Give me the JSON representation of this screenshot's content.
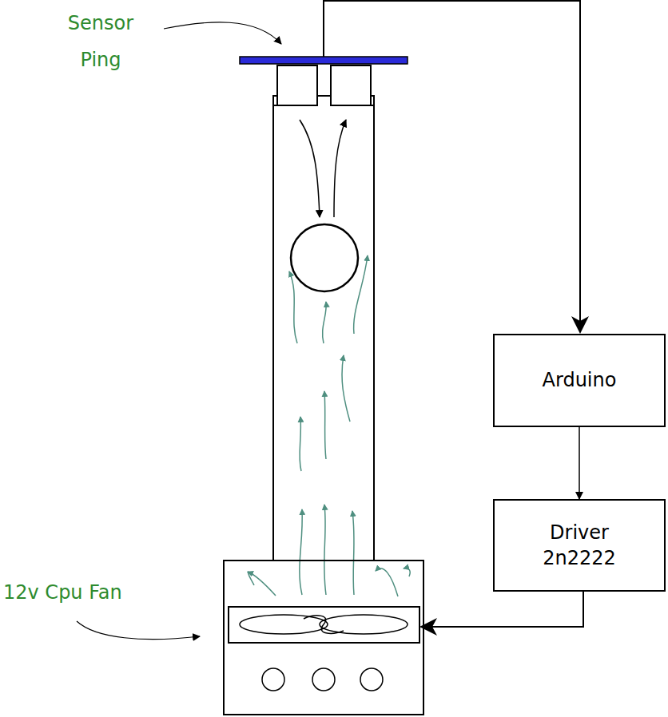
{
  "diagram": {
    "nodes": [
      {
        "text": [
          "Arduino"
        ]
      },
      {
        "text": [
          "Driver 2n2222"
        ]
      }
    ],
    "edges": [
      {
        "from": 0,
        "to": 1,
        "arrow": "to"
      }
    ],
    "labels": [
      "Sensor Ping",
      "12v Cpu Fan"
    ]
  }
}
